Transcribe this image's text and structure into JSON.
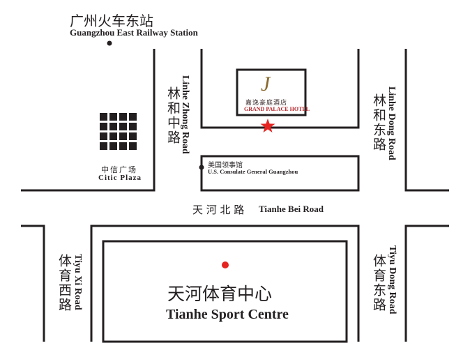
{
  "railway_station": {
    "cn": "广州火车东站",
    "en": "Guangzhou East Railway Station"
  },
  "citic_plaza": {
    "cn": "中信广场",
    "en": "Citic Plaza"
  },
  "linhe_zhong_road": {
    "cn": "林和中路",
    "en": "Linhe Zhong Road"
  },
  "linhe_dong_road": {
    "cn": "林和东路",
    "en": "Linhe Dong Road"
  },
  "hotel": {
    "cn": "嘉逸豪庭酒店",
    "en": "GRAND PALACE HOTEL",
    "logo_letter": "J"
  },
  "consulate": {
    "cn": "美国领事馆",
    "en": "U.S. Consulate General Guangzhou"
  },
  "tianhe_bei_road": {
    "cn": "天 河 北 路",
    "en": "Tianhe Bei Road"
  },
  "tiyu_xi_road": {
    "cn": "体育西路",
    "en": "Tiyu Xi Road"
  },
  "tiyu_dong_road": {
    "cn": "体育东路",
    "en": "Tiyu Dong Road"
  },
  "sport_centre": {
    "cn": "天河体育中心",
    "en": "Tianhe Sport Centre"
  },
  "colors": {
    "line": "#231f20",
    "marker": "#e52421",
    "hotel_text": "#b3282d",
    "logo": "#8a6a2e"
  }
}
